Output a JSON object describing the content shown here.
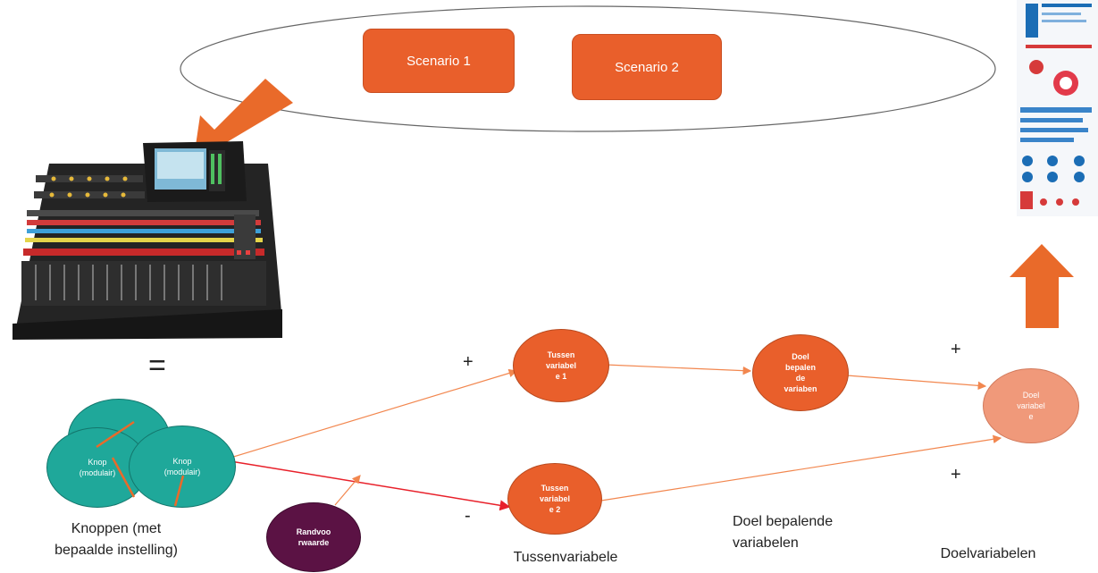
{
  "scenarios": {
    "scenario_1": "Scenario 1",
    "scenario_2": "Scenario 2"
  },
  "mixer": {
    "equals": "="
  },
  "knobs": {
    "knob_a": "Knop\n(modulair)",
    "knob_b": "Knop\n(modulair)",
    "label": "Knoppen (met\nbepaalde instelling)"
  },
  "nodes": {
    "randvoorwaarde": "Randvoo\nrwaarde",
    "tussen_1": "Tussen\nvariabel\ne 1",
    "tussen_2": "Tussen\nvariabel\ne 2",
    "doel_bepalend": "Doel\nbepalen\nde\nvariaben",
    "doel": "Doel\nvariabel\ne"
  },
  "signs": {
    "plus_tussen_1": "+",
    "minus_tussen_2": "-",
    "plus_doel_top": "+",
    "plus_doel_bottom": "+"
  },
  "labels": {
    "tussenvariabele": "Tussenvariabele",
    "doel_bepalende": "Doel bepalende\nvariabelen",
    "doelvariabelen": "Doelvariabelen"
  },
  "colors": {
    "orange": "#e95f2b",
    "teal": "#1fa89a",
    "purple": "#5b1244",
    "salmon": "#f0997a",
    "line_red": "#e8202a"
  }
}
